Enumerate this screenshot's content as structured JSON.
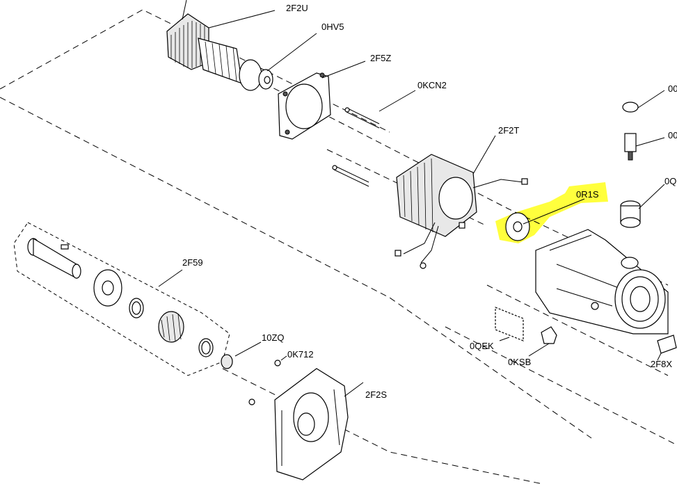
{
  "highlight_color": "#ffff33",
  "labels": {
    "l_2f2u": "2F2U",
    "l_0hv5": "0HV5",
    "l_2f5z": "2F5Z",
    "l_0kcn2": "0KCN2",
    "l_2f2t": "2F2T",
    "l_0r1s": "0R1S",
    "l_00a": "00",
    "l_00b": "00",
    "l_0q": "0Q",
    "l_2f59": "2F59",
    "l_10zq": "10ZQ",
    "l_0k712": "0K712",
    "l_2f2s": "2F2S",
    "l_0qek": "0QEK",
    "l_0ksb": "0KSB",
    "l_2f8x": "2F8X"
  }
}
